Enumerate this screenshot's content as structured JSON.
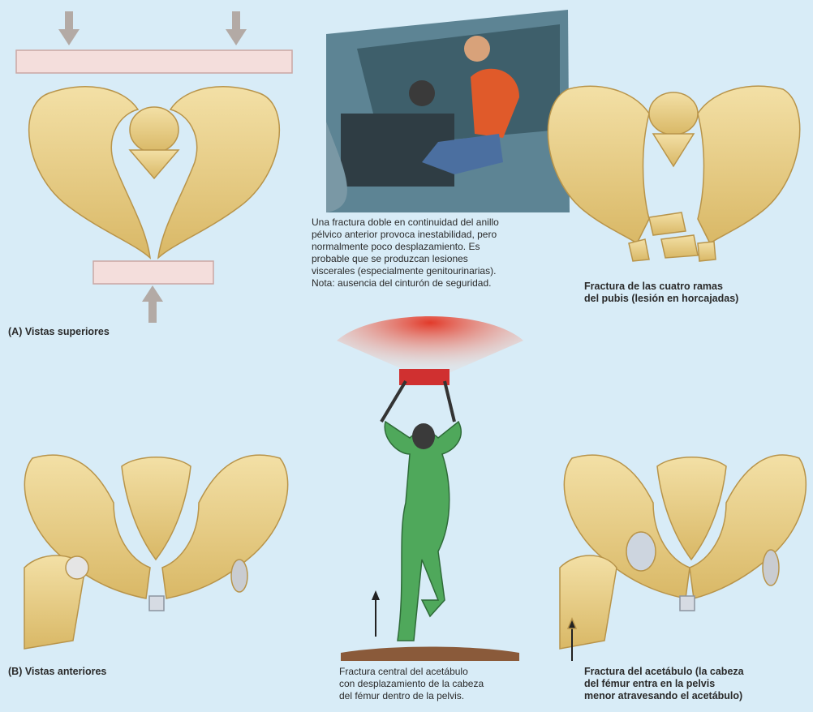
{
  "colors": {
    "background": "#d8ecf7",
    "bone": "#ecd594",
    "bone_shadow": "#c8a55a",
    "bar": "#f4dedc",
    "arrow": "#b3aaa5",
    "car": "#4f7482",
    "shirt": "#e05a2a",
    "jumpsuit": "#4fa85b",
    "parachute_red": "#d03030",
    "ground": "#8a5a3a"
  },
  "labels": {
    "a_superior": "(A) Vistas superiores",
    "b_anterior": "(B) Vistas anteriores",
    "car_caption": "Una fractura doble en continuidad del anillo\npélvico anterior provoca inestabilidad, pero\nnormalmente poco desplazamiento. Es\nprobable que se produzcan lesiones\nviscerales (especialmente genitourinarias).\nNota: ausencia del cinturón de seguridad.",
    "pubic_caption": "Fractura de las cuatro ramas\ndel pubis (lesión en horcajadas)",
    "parachute_caption": "Fractura central del acetábulo\ncon desplazamiento de la cabeza\ndel fémur dentro de la pelvis.",
    "acetabulum_caption": "Fractura del acetábulo (la cabeza\ndel fémur entra en la pelvis\nmenor atravesando el acetábulo)"
  },
  "icons": {
    "down_arrow": "down-arrow-icon",
    "up_arrow": "up-arrow-icon"
  }
}
